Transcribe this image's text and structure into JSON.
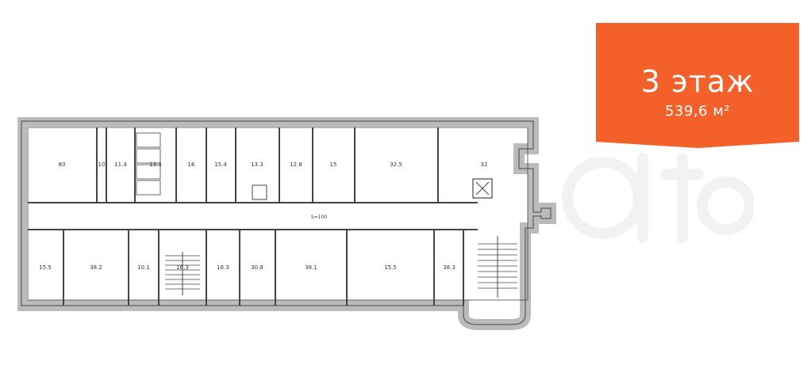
{
  "badge": {
    "floor_title": "3 этаж",
    "area": "539,6 м²",
    "color": "#f4602a"
  },
  "plan": {
    "wall_color": "#bbbbbb",
    "line_color": "#444444",
    "corridor_label": "S=100",
    "rooms_top": [
      {
        "id": "t1",
        "label": "80"
      },
      {
        "id": "t2",
        "label": "10"
      },
      {
        "id": "t3",
        "label": "11.4"
      },
      {
        "id": "t4",
        "label": "13.3"
      },
      {
        "id": "t5",
        "label": "16"
      },
      {
        "id": "t6",
        "label": "15.4"
      },
      {
        "id": "t7",
        "label": "13.3"
      },
      {
        "id": "t8",
        "label": "12.8"
      },
      {
        "id": "t9",
        "label": "15"
      },
      {
        "id": "t10",
        "label": "32.5"
      },
      {
        "id": "t11",
        "label": "32"
      }
    ],
    "rooms_bottom": [
      {
        "id": "b1",
        "label": "15.5"
      },
      {
        "id": "b2",
        "label": "38.2"
      },
      {
        "id": "b3",
        "label": "10.1"
      },
      {
        "id": "b4",
        "label": "16.3"
      },
      {
        "id": "b5",
        "label": "16.3"
      },
      {
        "id": "b6",
        "label": "30.8"
      },
      {
        "id": "b7",
        "label": "38.1"
      },
      {
        "id": "b8",
        "label": "15.5"
      },
      {
        "id": "b9",
        "label": "38.3"
      }
    ]
  }
}
